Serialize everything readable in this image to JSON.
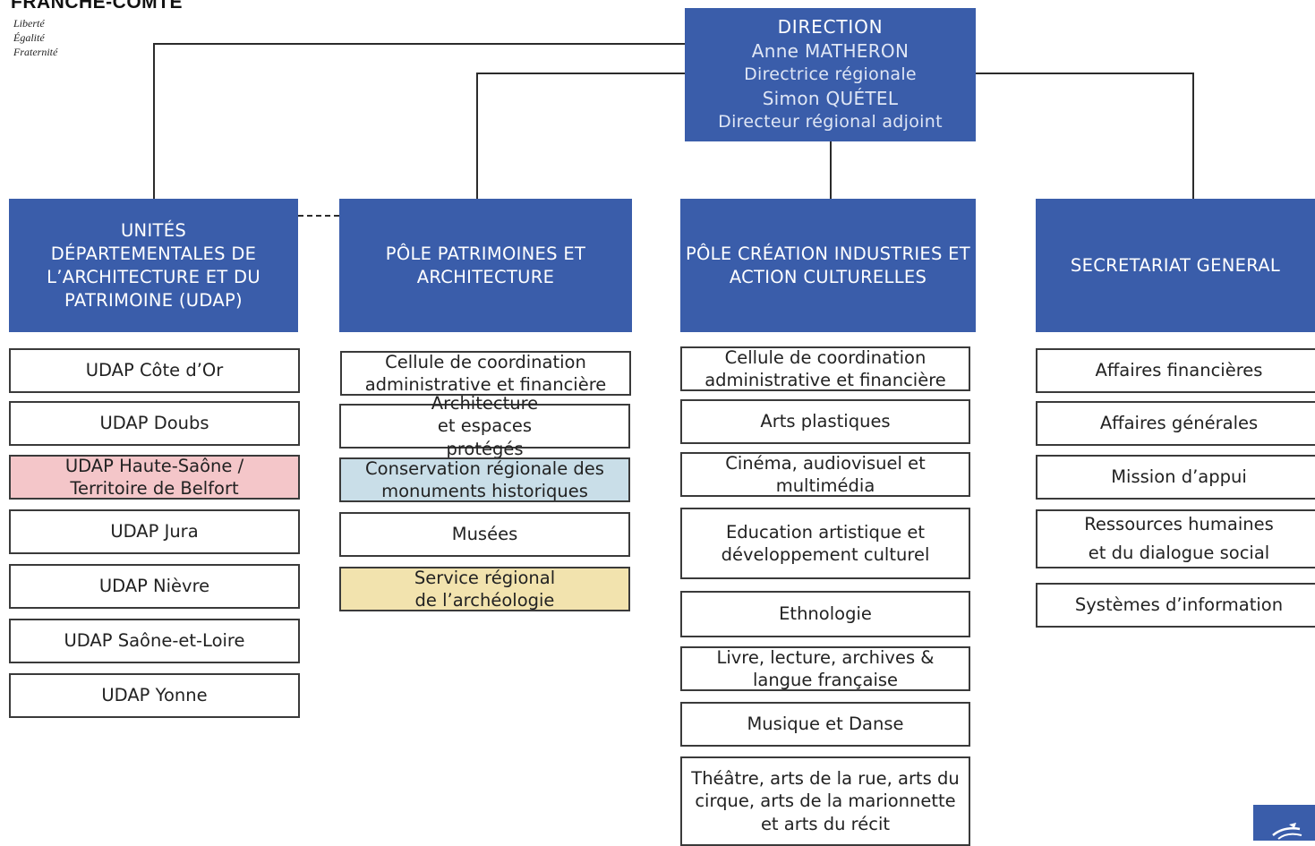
{
  "header": {
    "region": "FRANCHE-COMTE",
    "motto": [
      "Liberté",
      "Égalité",
      "Fraternité"
    ]
  },
  "direction": {
    "title": "DIRECTION",
    "name1": "Anne MATHERON",
    "role1": "Directrice régionale",
    "name2": "Simon QUÉTEL",
    "role2": "Directeur régional adjoint"
  },
  "columns": [
    {
      "title": "UNITÉS DÉPARTEMENTALES DE L’ARCHITECTURE ET DU PATRIMOINE (UDAP)",
      "items": [
        "UDAP Côte d’Or",
        "UDAP Doubs",
        "UDAP Haute-Saône / Territoire de Belfort",
        "UDAP Jura",
        "UDAP Nièvre",
        "UDAP Saône-et-Loire",
        "UDAP Yonne"
      ]
    },
    {
      "title": "PÔLE PATRIMOINES ET ARCHITECTURE",
      "items": [
        "Cellule de coordination administrative et financière",
        "Architecture et espaces protégés",
        "Conservation régionale des monuments historiques",
        "Musées",
        "Service régional de l’archéologie"
      ]
    },
    {
      "title": "PÔLE CRÉATION INDUSTRIES ET ACTION CULTURELLES",
      "items": [
        "Cellule de coordination administrative et financière",
        "Arts plastiques",
        "Cinéma, audiovisuel et multimédia",
        "Education artistique et développement culturel",
        "Ethnologie",
        "Livre, lecture, archives & langue française",
        "Musique et Danse",
        "Théâtre, arts de la rue, arts du cirque, arts de la marionnette et arts du récit"
      ]
    },
    {
      "title": "SECRETARIAT GENERAL",
      "items": [
        "Affaires financières",
        "Affaires générales",
        "Mission d’appui",
        "Ressources humaines et du dialogue social",
        "Systèmes d’information"
      ]
    }
  ],
  "colors": {
    "header_blue": "#3a5daa",
    "highlight_pink": "#f4c6c9",
    "highlight_blue": "#c9dee8",
    "highlight_yellow": "#f2e3ae"
  }
}
